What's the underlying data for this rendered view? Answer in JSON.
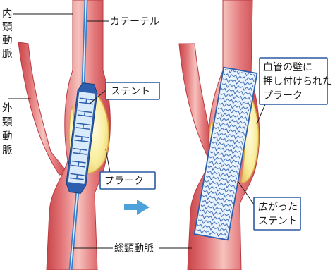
{
  "labels": {
    "internal_carotid": [
      "内",
      "頸",
      "動",
      "脈"
    ],
    "external_carotid": [
      "外",
      "頸",
      "動",
      "脈"
    ],
    "catheter": "カテーテル",
    "stent": "ステント",
    "plaque": "プラーク",
    "common_carotid": "総頸動脈",
    "plaque_pressed": [
      "血管の壁に",
      "押し付けられた",
      "プラーク"
    ],
    "expanded_stent": [
      "広がった",
      "ステント"
    ]
  },
  "colors": {
    "artery_dark": "#c8454a",
    "artery_mid": "#e3777a",
    "artery_light": "#f6c2bd",
    "plaque": "#f7e79a",
    "catheter": "#3c7fc9",
    "stent": "#2d5fae",
    "arrow": "#4ea2dc",
    "box_border": "#2a5aa0"
  },
  "icons": {
    "progress_arrow": "arrow-right-icon"
  }
}
